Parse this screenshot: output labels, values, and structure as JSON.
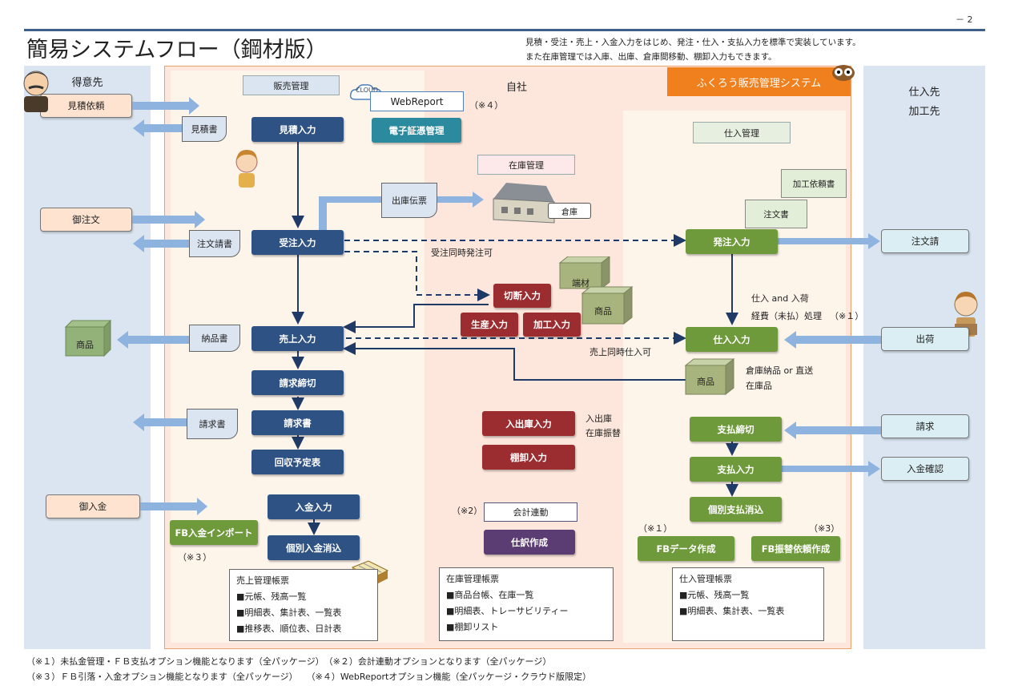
{
  "page_number": "－ 2",
  "title": "簡易システムフロー（鋼材版）",
  "description": [
    "見積・受注・売上・入金入力をはじめ、発注・仕入・支払入力を標準で実装しています。",
    "また在庫管理では入庫、出庫、倉庫間移動、棚卸入力もできます。"
  ],
  "lanes": {
    "customer": "得意先",
    "company": "自社",
    "supplier": [
      "仕入先",
      "加工先"
    ]
  },
  "brand": "ふくろう販売管理システム",
  "headers": {
    "sales": "販売管理",
    "inventory": "在庫管理",
    "purchase": "仕入管理",
    "accounting": "会計連動"
  },
  "webreport": "WebReport",
  "cloud": "CLOUD",
  "notes": {
    "n1": "（※１）",
    "n2": "（※2）",
    "n3": "（※３）",
    "n3b": "（※3）",
    "n4": "（※４）"
  },
  "customer_items": {
    "estimate_request": "見積依頼",
    "order": "御注文",
    "payment": "御入金",
    "goods": "商品"
  },
  "docs": {
    "estimate": "見積書",
    "order_confirm": "注文請書",
    "delivery": "納品書",
    "invoice": "請求書",
    "shipping_slip": "出庫伝票",
    "warehouse": "倉庫",
    "work_order": "加工依頼書",
    "purchase_order": "注文書"
  },
  "sales_nodes": {
    "estimate_entry": "見積入力",
    "order_entry": "受注入力",
    "sales_entry": "売上入力",
    "billing_close": "請求締切",
    "invoice": "請求書",
    "collection": "回収予定表",
    "receipt_entry": "入金入力",
    "receipt_clear": "個別入金消込",
    "fb_import": "FB入金インポート"
  },
  "evidence": "電子証憑管理",
  "stock_nodes": {
    "cut": "切断入力",
    "produce": "生産入力",
    "process": "加工入力",
    "stock_io": "入出庫入力",
    "inventory_count": "棚卸入力",
    "journal": "仕訳作成"
  },
  "stock_labels": {
    "offcut": "端材",
    "goods": "商品",
    "stock_io_note": [
      "入出庫",
      "在庫振替"
    ]
  },
  "purchase_nodes": {
    "order_entry": "発注入力",
    "purchase_entry": "仕入入力",
    "pay_close": "支払締切",
    "pay_entry": "支払入力",
    "pay_clear": "個別支払消込",
    "fb_data": "FBデータ作成",
    "fb_transfer": "FB振替依頼作成",
    "goods": "商品"
  },
  "supplier_items": {
    "order_ack": "注文請",
    "shipment": "出荷",
    "billing": "請求",
    "payment_confirm": "入金確認"
  },
  "annotations": {
    "order_simul": "受注同時発注可",
    "purchase_arrival": "仕入 and 入荷",
    "expense": "経費（未払）処理",
    "sales_simul": "売上同時仕入可",
    "warehouse_direct": "倉庫納品 or 直送",
    "stock_goods": "在庫品"
  },
  "reports": {
    "sales": {
      "title": "売上管理帳票",
      "items": [
        "■元帳、残高一覧",
        "■明細表、集計表、一覧表",
        "■推移表、順位表、日計表"
      ]
    },
    "inventory": {
      "title": "在庫管理帳票",
      "items": [
        "■商品台帳、在庫一覧",
        "■明細表、トレーサビリティー",
        "■棚卸リスト"
      ]
    },
    "purchase": {
      "title": "仕入管理帳票",
      "items": [
        "■元帳、残高一覧",
        "■明細表、集計表、一覧表"
      ]
    }
  },
  "footnotes": [
    "（※１）未払金管理・ＦＢ支払オプション機能となります（全パッケージ）　（※２）会計連動オプションとなります（全パッケージ）",
    "（※３）ＦＢ引落・入金オプション機能となります（全パッケージ）　　（※４）WebReportオプション機能（全パッケージ・クラウド版限定）"
  ],
  "colors": {
    "sales_node": "#2e5283",
    "purchase_node": "#6f9a3b",
    "stock_node": "#9b2c2f",
    "brand": "#f07f1e",
    "lane": "#dbe5f1",
    "company_bg": "#fde7dc"
  }
}
